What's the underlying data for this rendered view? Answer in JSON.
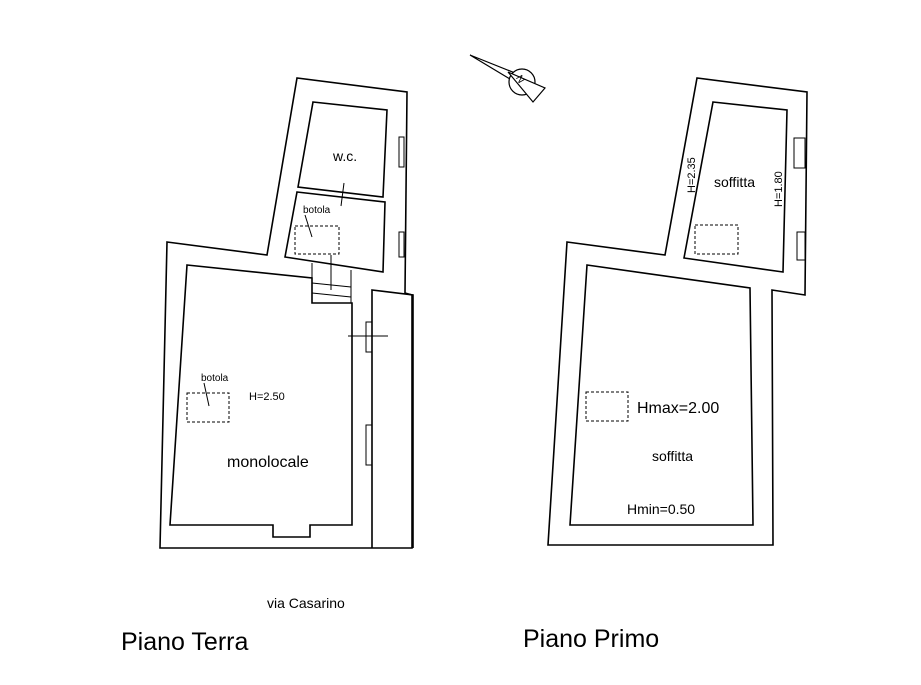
{
  "ground_floor": {
    "title": "Piano Terra",
    "street": "via Casarino",
    "rooms": {
      "wc": "w.c.",
      "hatch_small": "botola",
      "hatch_main": "botola",
      "height": "H=2.50",
      "main": "monolocale"
    }
  },
  "first_floor": {
    "title": "Piano Primo",
    "rooms": {
      "attic_small": "soffitta",
      "height_left": "H=2.35",
      "height_right": "H=1.80",
      "hmax": "Hmax=2.00",
      "attic_main": "soffitta",
      "hmin": "Hmin=0.50"
    }
  },
  "compass": {
    "label": "N"
  }
}
